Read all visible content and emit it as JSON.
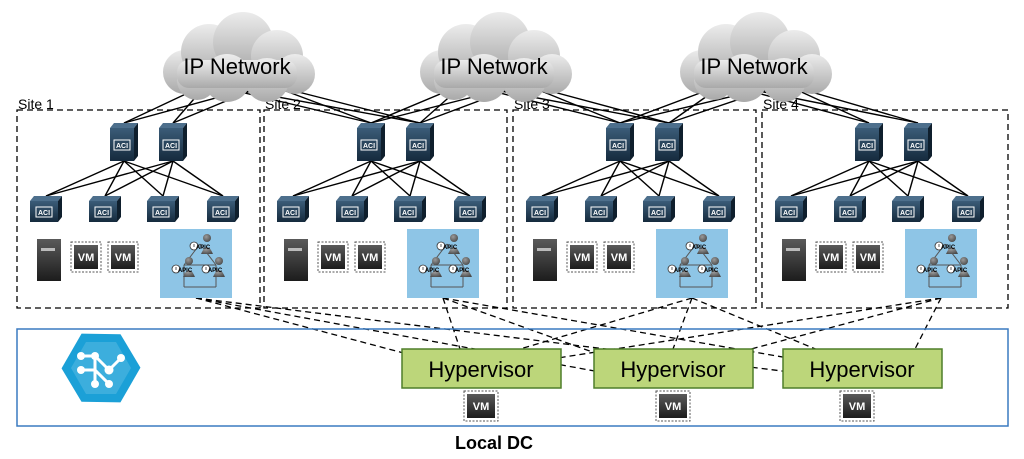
{
  "clouds": [
    {
      "label": "IP Network"
    },
    {
      "label": "IP Network"
    },
    {
      "label": "IP Network"
    }
  ],
  "sites": [
    {
      "label": "Site 1"
    },
    {
      "label": "Site 2"
    },
    {
      "label": "Site 3"
    },
    {
      "label": "Site 4"
    }
  ],
  "switch_label": "ACI",
  "apic_label": "APIC",
  "vm_label": "VM",
  "hypervisors": [
    {
      "label": "Hypervisor"
    },
    {
      "label": "Hypervisor"
    },
    {
      "label": "Hypervisor"
    }
  ],
  "local_dc": {
    "label": "Local DC"
  },
  "colors": {
    "switch": "#1f3d55",
    "cloud_top": "#e2e2e2",
    "cloud_bottom": "#a8a8a8",
    "apic_panel": "#8ec5e6",
    "hypervisor_fill": "#bcd67a",
    "hypervisor_border": "#4f7f2a",
    "local_dc_border": "#3a7ac0",
    "logo": "#1ba0d7",
    "server": "#333333"
  }
}
